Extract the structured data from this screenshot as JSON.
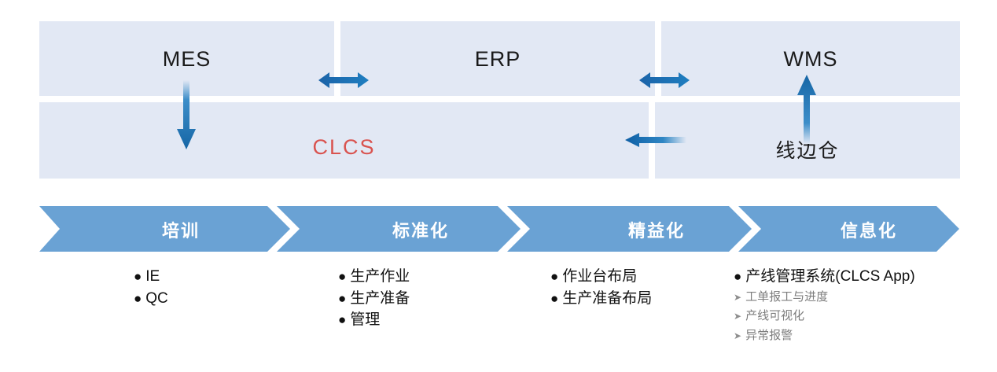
{
  "system_matrix": {
    "panels": [
      {
        "id": "mes",
        "label": "MES",
        "row": 1
      },
      {
        "id": "erp",
        "label": "ERP",
        "row": 1
      },
      {
        "id": "wms",
        "label": "WMS",
        "row": 1
      },
      {
        "id": "clcs",
        "label": "CLCS",
        "row": 2,
        "accent_color": "#d9534f"
      },
      {
        "id": "wip",
        "label": "线边仓",
        "row": 2
      }
    ],
    "connections": [
      {
        "id": "mes-erp",
        "type": "double-arrow-horizontal",
        "from": "MES",
        "to": "ERP"
      },
      {
        "id": "erp-wms",
        "type": "double-arrow-horizontal",
        "from": "ERP",
        "to": "WMS"
      },
      {
        "id": "mes-clcs",
        "type": "arrow-down",
        "from": "MES",
        "to": "CLCS"
      },
      {
        "id": "wip-wms",
        "type": "arrow-up",
        "from": "线边仓",
        "to": "WMS"
      },
      {
        "id": "wip-clcs",
        "type": "arrow-left",
        "from": "线边仓",
        "to": "CLCS"
      }
    ],
    "panel_color": "#e2e8f4",
    "arrow_color": "#1f6fb4"
  },
  "process": {
    "chevron_color": "#6aa2d4",
    "stages": [
      {
        "label": "培训",
        "bullets": [
          "IE",
          "QC"
        ],
        "sub_bullets": []
      },
      {
        "label": "标准化",
        "bullets": [
          "生产作业",
          "生产准备",
          "管理"
        ],
        "sub_bullets": []
      },
      {
        "label": "精益化",
        "bullets": [
          "作业台布局",
          "生产准备布局"
        ],
        "sub_bullets": []
      },
      {
        "label": "信息化",
        "bullets": [
          "产线管理系统(CLCS App)"
        ],
        "sub_bullets": [
          "工单报工与进度",
          "产线可视化",
          "异常报警"
        ]
      }
    ]
  },
  "glyphs": {
    "bullet": "●",
    "caret": "➤"
  }
}
